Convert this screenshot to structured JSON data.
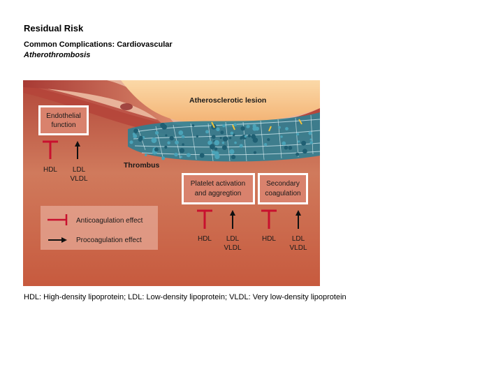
{
  "header": {
    "title": "Residual Risk",
    "subtitle": "Common Complications: Cardiovascular",
    "topic": "Atherothrombosis"
  },
  "figure": {
    "lesion_label": "Atherosclerotic lesion",
    "thrombus_label": "Thrombus",
    "boxes": [
      {
        "line1": "Endothelial",
        "line2": "function",
        "inhibitor": "HDL",
        "promoter1": "LDL",
        "promoter2": "VLDL"
      },
      {
        "line1": "Platelet activation",
        "line2": "and aggregtion",
        "inhibitor": "HDL",
        "promoter1": "LDL",
        "promoter2": "VLDL"
      },
      {
        "line1": "Secondary",
        "line2": "coagulation",
        "inhibitor": "HDL",
        "promoter1": "LDL",
        "promoter2": "VLDL"
      }
    ],
    "legend": {
      "anticoagulation": "Anticoagulation effect",
      "procoagulation": "Procoagulation effect"
    },
    "colors": {
      "inhibit": "#c8102e",
      "arrow": "#111111",
      "tissue": "#c9644a",
      "lesion": "#f6c38a",
      "thrombus": "#3a8aa0"
    }
  },
  "footnote": "HDL: High-density lipoprotein; LDL: Low-density lipoprotein; VLDL: Very low-density lipoprotein"
}
